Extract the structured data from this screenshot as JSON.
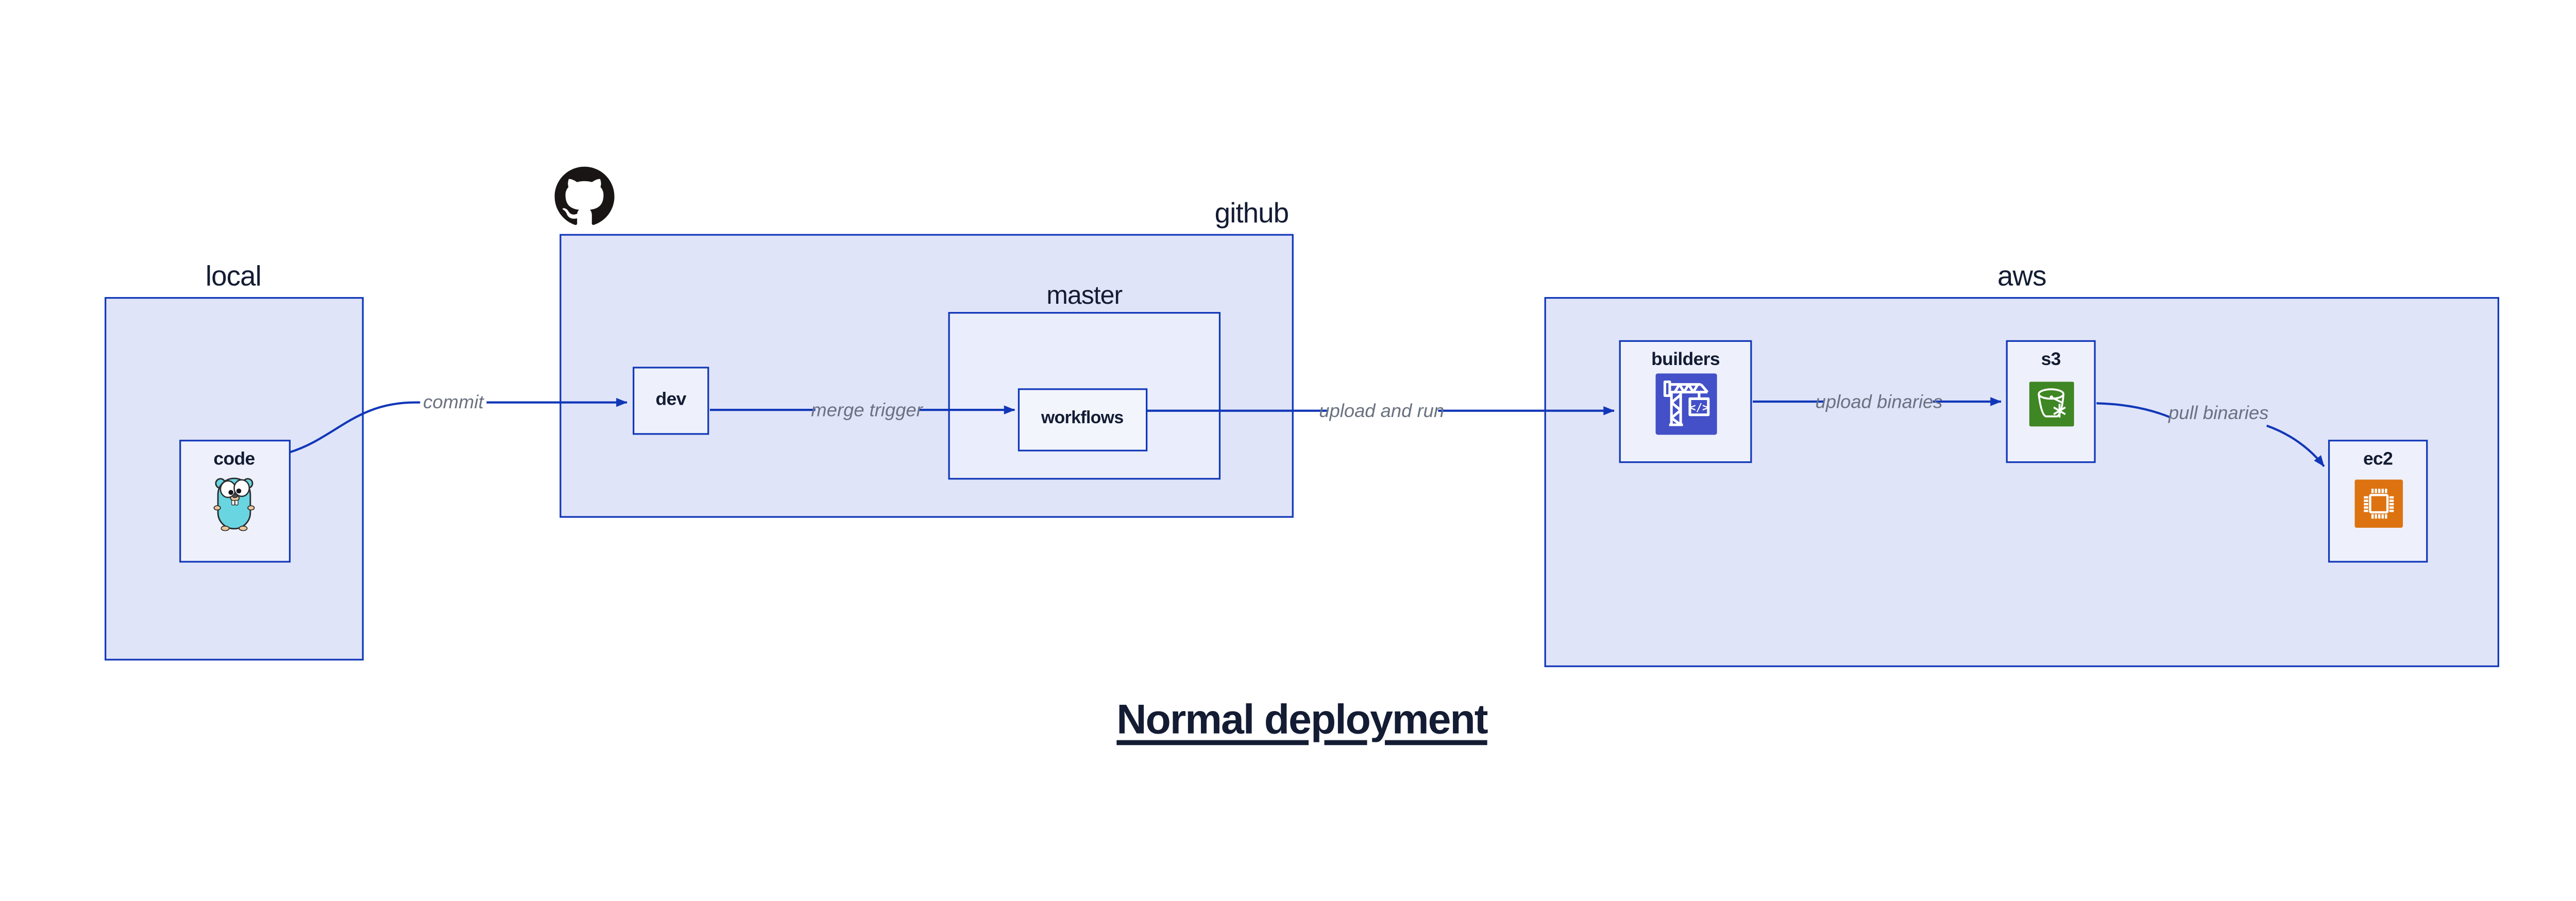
{
  "title": {
    "text": "Normal deployment"
  },
  "containers": {
    "local": {
      "label": "local"
    },
    "github": {
      "label": "github",
      "logo_icon": "github-octocat-logo"
    },
    "master": {
      "label": "master"
    },
    "aws": {
      "label": "aws"
    }
  },
  "nodes": {
    "code": {
      "label": "code",
      "icon": "go-gopher-icon"
    },
    "dev": {
      "label": "dev"
    },
    "workflows": {
      "label": "workflows"
    },
    "builders": {
      "label": "builders",
      "icon": "aws-codebuild-crane-icon",
      "icon_glyph": "</>"
    },
    "s3": {
      "label": "s3",
      "icon": "aws-s3-glacier-bucket-icon"
    },
    "ec2": {
      "label": "ec2",
      "icon": "aws-ec2-chip-icon"
    }
  },
  "edges": {
    "commit": {
      "label": "commit",
      "from": "code",
      "to": "dev"
    },
    "merge_trigger": {
      "label": "merge trigger",
      "from": "dev",
      "to": "workflows"
    },
    "upload_and_run": {
      "label": "upload and run",
      "from": "workflows",
      "to": "builders"
    },
    "upload_binaries": {
      "label": "upload binaries",
      "from": "builders",
      "to": "s3"
    },
    "pull_binaries": {
      "label": "pull binaries",
      "from": "s3",
      "to": "ec2"
    }
  },
  "colors": {
    "border": "#1137b8",
    "edge": "#1137b8",
    "container_fill": "#dfe4f8",
    "master_fill": "#eaedfb",
    "node_fill": "#eef1fc",
    "workflows_fill": "#f3f5fd",
    "text_dark": "#131c33",
    "edge_label": "#6a7180",
    "codebuild": "#4350c8",
    "s3green": "#3f8624",
    "ec2orange": "#dd7310",
    "gopher_body": "#68d5e1",
    "gopher_skin": "#ecc79b",
    "github_black": "#191514",
    "page_bg": "#ffffff"
  }
}
